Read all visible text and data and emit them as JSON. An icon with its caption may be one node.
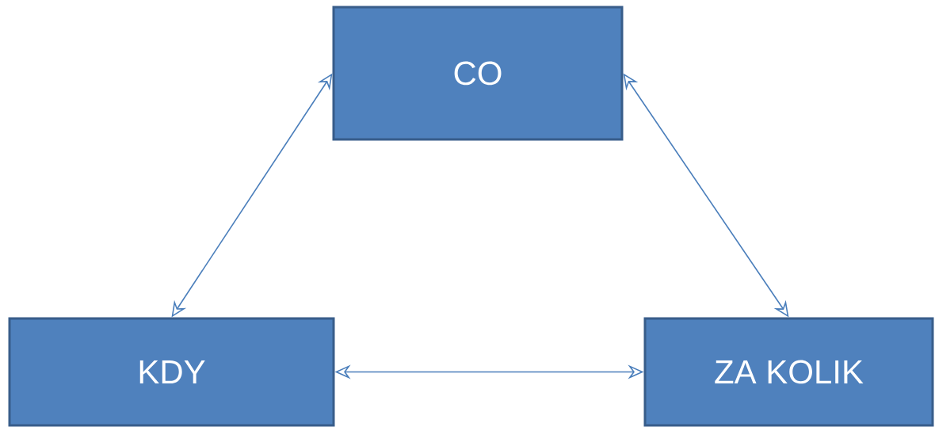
{
  "diagram": {
    "nodes": [
      {
        "text": [
          "CO"
        ]
      },
      {
        "text": [
          "KDY"
        ]
      },
      {
        "text": [
          "ZA KOLIK"
        ]
      }
    ],
    "edges": [
      {
        "from": 0,
        "to": 1,
        "arrow": "both"
      },
      {
        "from": 0,
        "to": 2,
        "arrow": "both"
      },
      {
        "from": 1,
        "to": 2,
        "arrow": "both"
      }
    ]
  }
}
